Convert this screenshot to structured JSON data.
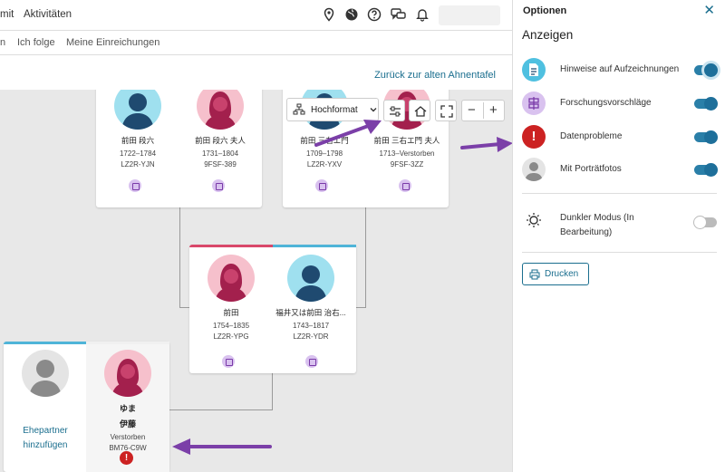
{
  "topnav": {
    "item1": "mit",
    "item2": "Aktivitäten"
  },
  "subnav": {
    "item1": "n",
    "item2": "Ich folge",
    "item3": "Meine Einreichungen"
  },
  "back_link": "Zurück zur alten Ahnentafel",
  "toolbar": {
    "layout_label": "Hochformat"
  },
  "people": {
    "p1": {
      "name": "前田 段六",
      "dates": "1722–1784",
      "pid": "LZ2R-YJN",
      "gender": "male"
    },
    "p2": {
      "name": "前田 段六 夫人",
      "dates": "1731–1804",
      "pid": "9FSF-389",
      "gender": "female"
    },
    "p3": {
      "name": "前田 三右エ門",
      "dates": "1709–1798",
      "pid": "LZ2R-YXV",
      "gender": "male"
    },
    "p4": {
      "name": "前田 三右エ門 夫人",
      "dates": "1713–Verstorben",
      "pid": "9FSF-3ZZ",
      "gender": "female"
    },
    "p5": {
      "name": "前田",
      "dates": "1754–1835",
      "pid": "LZ2R-YPG",
      "gender": "female"
    },
    "p6": {
      "name": "福井又は前田 治右...",
      "dates": "1743–1817",
      "pid": "LZ2R-YDR",
      "gender": "male"
    },
    "p7": {
      "given": "ゆま",
      "surname": "伊藤",
      "status": "Verstorben",
      "pid": "BM76-C9W",
      "gender": "female"
    }
  },
  "add_spouse": {
    "line1": "Ehepartner",
    "line2": "hinzufügen"
  },
  "panel": {
    "title": "Optionen",
    "heading": "Anzeigen",
    "options": [
      {
        "label": "Hinweise auf Aufzeichnungen",
        "state": "on",
        "icon": "record-hints-icon"
      },
      {
        "label": "Forschungsvorschläge",
        "state": "on",
        "icon": "research-suggestions-icon"
      },
      {
        "label": "Datenprobleme",
        "state": "on",
        "icon": "data-problems-icon"
      },
      {
        "label": "Mit Porträtfotos",
        "state": "on",
        "icon": "portrait-photos-icon"
      }
    ],
    "dark_mode": {
      "line1": "Dunkler Modus (In",
      "line2": "Bearbeitung)",
      "state": "off"
    },
    "print_label": "Drucken"
  },
  "colors": {
    "accent": "#1a6e8e",
    "toggle_on": "#2a7fa8",
    "male_bg": "#9fe0ef",
    "female_bg": "#f6c0cc",
    "error": "#cc2222",
    "hint": "#d9c2ef",
    "annotation_arrow": "#7b3fa8"
  }
}
